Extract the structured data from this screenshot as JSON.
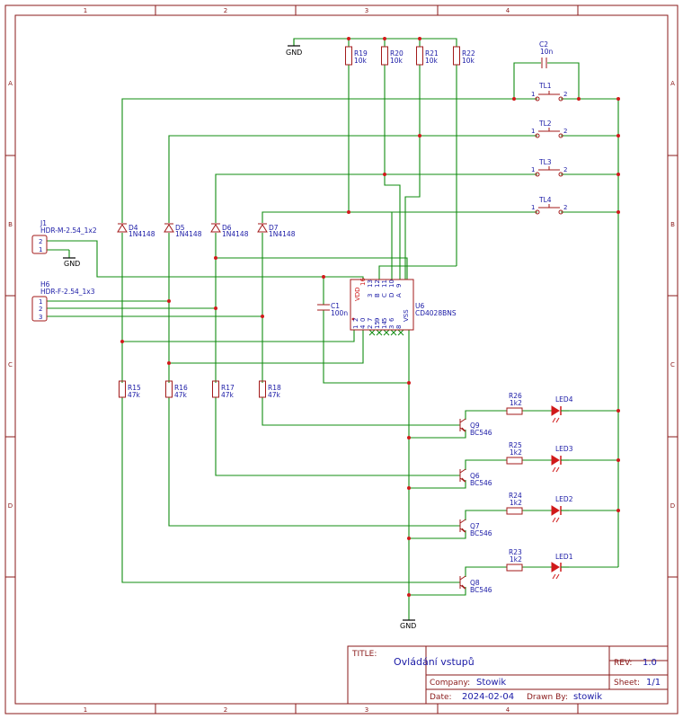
{
  "frame": {
    "columns": [
      "1",
      "2",
      "3",
      "4"
    ],
    "rows": [
      "A",
      "B",
      "C",
      "D"
    ]
  },
  "title_block": {
    "title_key": "TITLE:",
    "title": "Ovládání vstupů",
    "rev_key": "REV:",
    "rev": "1.0",
    "company_key": "Company:",
    "company": "Stowik",
    "sheet_key": "Sheet:",
    "sheet": "1/1",
    "date_key": "Date:",
    "date": "2024-02-04",
    "drawn_key": "Drawn By:",
    "drawn": "stowik"
  },
  "nets": {
    "gnd_top": "GND",
    "gnd_j1": "GND",
    "gnd_bottom": "GND"
  },
  "connectors": {
    "j1": {
      "ref": "J1",
      "value": "HDR-M-2.54_1x2",
      "pins": [
        "2",
        "1"
      ]
    },
    "h6": {
      "ref": "H6",
      "value": "HDR-F-2.54_1x3",
      "pins": [
        "1",
        "2",
        "3"
      ]
    }
  },
  "resistors_top": [
    {
      "ref": "R19",
      "value": "10k"
    },
    {
      "ref": "R20",
      "value": "10k"
    },
    {
      "ref": "R21",
      "value": "10k"
    },
    {
      "ref": "R22",
      "value": "10k"
    }
  ],
  "capacitors": {
    "c2": {
      "ref": "C2",
      "value": "10n"
    },
    "c1": {
      "ref": "C1",
      "value": "100n"
    }
  },
  "switches": [
    "TL1",
    "TL2",
    "TL3",
    "TL4"
  ],
  "switch_pins": [
    "1",
    "2"
  ],
  "diodes": [
    {
      "ref": "D4",
      "value": "1N4148"
    },
    {
      "ref": "D5",
      "value": "1N4148"
    },
    {
      "ref": "D6",
      "value": "1N4148"
    },
    {
      "ref": "D7",
      "value": "1N4148"
    }
  ],
  "ic": {
    "ref": "U6",
    "value": "CD4028BNS",
    "top_pins": [
      {
        "name": "VDD",
        "num": "16"
      },
      {
        "name": "3",
        "num": "13"
      },
      {
        "name": "B",
        "num": "12"
      },
      {
        "name": "C",
        "num": "11"
      },
      {
        "name": "D",
        "num": "10"
      },
      {
        "name": "A",
        "num": "9"
      }
    ],
    "bottom_pins": [
      {
        "name": "2",
        "num": "1"
      },
      {
        "name": "0",
        "num": "4"
      },
      {
        "name": "7",
        "num": "2"
      },
      {
        "name": "9",
        "num": "15"
      },
      {
        "name": "5",
        "num": "14"
      },
      {
        "name": "6",
        "num": "3"
      },
      {
        "name": "VSS",
        "num": "8"
      }
    ]
  },
  "base_resistors": [
    {
      "ref": "R15",
      "value": "47k"
    },
    {
      "ref": "R16",
      "value": "47k"
    },
    {
      "ref": "R17",
      "value": "47k"
    },
    {
      "ref": "R18",
      "value": "47k"
    }
  ],
  "led_resistors": [
    {
      "ref": "R26",
      "value": "1k2"
    },
    {
      "ref": "R25",
      "value": "1k2"
    },
    {
      "ref": "R24",
      "value": "1k2"
    },
    {
      "ref": "R23",
      "value": "1k2"
    }
  ],
  "leds": [
    "LED4",
    "LED3",
    "LED2",
    "LED1"
  ],
  "transistors": [
    {
      "ref": "Q9",
      "value": "BC546"
    },
    {
      "ref": "Q6",
      "value": "BC546"
    },
    {
      "ref": "Q7",
      "value": "BC546"
    },
    {
      "ref": "Q8",
      "value": "BC546"
    }
  ]
}
